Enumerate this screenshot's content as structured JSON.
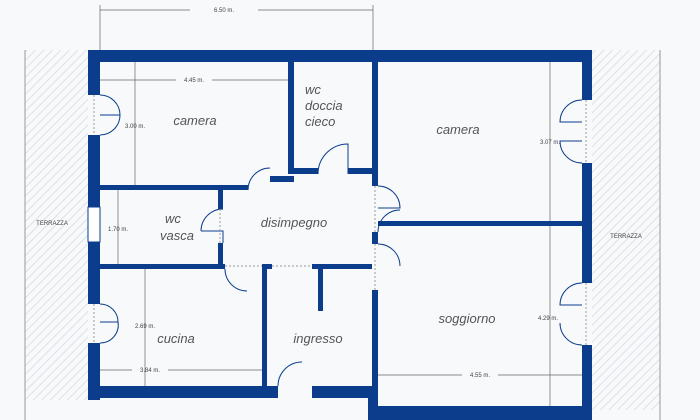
{
  "colors": {
    "wall": "#0b3d8c",
    "background": "#f7f9fb",
    "terrace": "#eef0f2"
  },
  "rooms": {
    "camera_left": "camera",
    "wc_doccia": [
      "wc",
      "doccia",
      "cieco"
    ],
    "camera_right": "camera",
    "wc_vasca": [
      "wc",
      "vasca"
    ],
    "disimpegno": "disimpegno",
    "cucina": "cucina",
    "ingresso": "ingresso",
    "soggiorno": "soggiorno"
  },
  "terrace_left": "TERRAZZA",
  "terrace_right": "TERRAZZA",
  "dimensions": {
    "top_total": "6.50 m.",
    "camera_width": "4.45 m.",
    "camera_height": "3.00 m.",
    "wc_vasca_height": "1.70 m.",
    "cucina_height": "2.69 m.",
    "cucina_width": "3.84 m.",
    "camera_right_height": "3.07 m.",
    "soggiorno_height": "4.29 m.",
    "soggiorno_width": "4.55 m."
  }
}
